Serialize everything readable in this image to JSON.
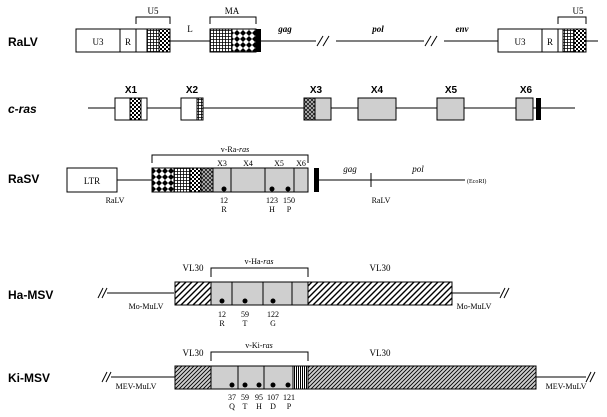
{
  "rows": {
    "ralv": "RaLV",
    "cras": "c-ras",
    "rasv": "RaSV",
    "hamsv": "Ha-MSV",
    "kimsv": "Ki-MSV"
  },
  "ralv": {
    "u3": "U3",
    "r": "R",
    "u5": "U5",
    "l": "L",
    "ma": "MA",
    "gag": "gag",
    "pol": "pol",
    "env": "env",
    "u3_right": "U3",
    "r_right": "R",
    "u5_right": "U5"
  },
  "cras": {
    "exons": [
      "X1",
      "X2",
      "X3",
      "X4",
      "X5",
      "X6"
    ]
  },
  "rasv": {
    "ltr": "LTR",
    "bracket_prefix": "v-Ra-",
    "bracket_gene": "ras",
    "exons": [
      "X3",
      "X4",
      "X5",
      "X6"
    ],
    "gag": "gag",
    "pol": "pol",
    "ecori": "(EcoRI)",
    "ralv_left": "RaLV",
    "ralv_right": "RaLV",
    "mutations": [
      {
        "pos": "12",
        "aa": "R"
      },
      {
        "pos": "123",
        "aa": "H"
      },
      {
        "pos": "150",
        "aa": "P"
      }
    ]
  },
  "hamsv": {
    "vl30_left": "VL30",
    "vl30_right": "VL30",
    "bracket_prefix": "v-Ha-",
    "bracket_gene": "ras",
    "momulv_left": "Mo-MuLV",
    "momulv_right": "Mo-MuLV",
    "mutations": [
      {
        "pos": "12",
        "aa": "R"
      },
      {
        "pos": "59",
        "aa": "T"
      },
      {
        "pos": "122",
        "aa": "G"
      }
    ]
  },
  "kimsv": {
    "vl30_left": "VL30",
    "vl30_right": "VL30",
    "bracket_prefix": "v-Ki-",
    "bracket_gene": "ras",
    "mevmulv_left": "MEV-MuLV",
    "mevmulv_right": "MEV-MuLV",
    "mutations": [
      {
        "pos": "37",
        "aa": "Q"
      },
      {
        "pos": "59",
        "aa": "T"
      },
      {
        "pos": "95",
        "aa": "H"
      },
      {
        "pos": "107",
        "aa": "D"
      },
      {
        "pos": "121",
        "aa": "P"
      }
    ]
  }
}
